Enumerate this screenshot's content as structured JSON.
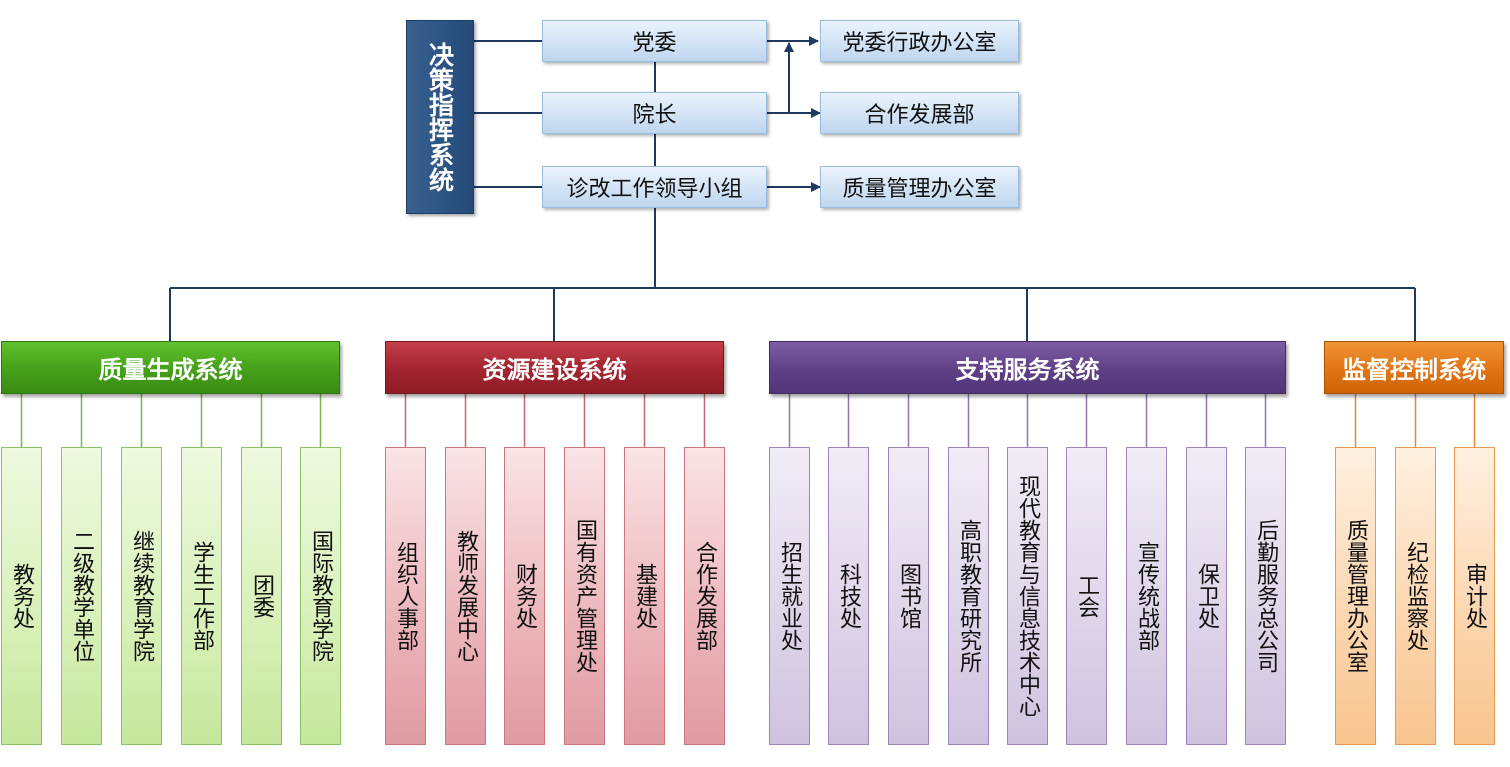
{
  "decision": {
    "label": "决策指挥系统",
    "main_boxes": [
      "党委",
      "院长",
      "诊改工作领导小组"
    ],
    "side_boxes": [
      "党委行政办公室",
      "合作发展部",
      "质量管理办公室"
    ]
  },
  "systems": [
    {
      "title": "质量生成系统",
      "units": [
        "教务处",
        "二级教学单位",
        "继续教育学院",
        "学生工作部",
        "团委",
        "国际教育学院"
      ]
    },
    {
      "title": "资源建设系统",
      "units": [
        "组织人事部",
        "教师发展中心",
        "财务处",
        "国有资产管理处",
        "基建处",
        "合作发展部"
      ]
    },
    {
      "title": "支持服务系统",
      "units": [
        "招生就业处",
        "科技处",
        "图书馆",
        "高职教育研究所",
        "现代教育与信息技术中心",
        "工会",
        "宣传统战部",
        "保卫处",
        "后勤服务总公司"
      ]
    },
    {
      "title": "监督控制系统",
      "units": [
        "质量管理办公室",
        "纪检监察处",
        "审计处"
      ]
    }
  ],
  "colors": {
    "connector_dark": "#1f3a5f",
    "quality_green": "#45a01a",
    "resource_red": "#a2242e",
    "support_purple": "#5f3f86",
    "supervise_orange": "#e07415"
  }
}
